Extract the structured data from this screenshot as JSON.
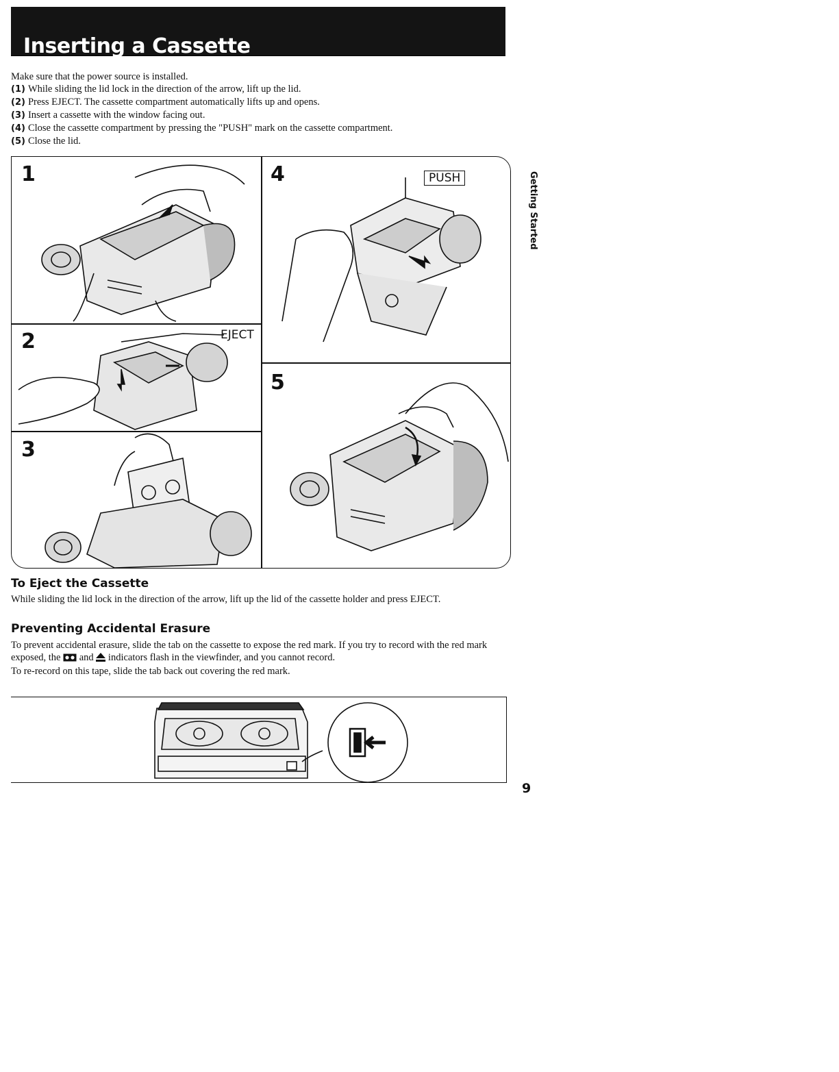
{
  "header": {
    "title": "Inserting a Cassette"
  },
  "intro": {
    "lead": "Make sure that the power source is installed.",
    "steps": [
      {
        "num": "(1)",
        "text": "While sliding the lid lock in the direction of the arrow, lift up the lid."
      },
      {
        "num": "(2)",
        "text": "Press EJECT. The cassette compartment automatically lifts up and opens."
      },
      {
        "num": "(3)",
        "text": "Insert a cassette with the window facing out."
      },
      {
        "num": "(4)",
        "text": "Close the cassette compartment by pressing the \"PUSH\" mark on the cassette compartment."
      },
      {
        "num": "(5)",
        "text": "Close the lid."
      }
    ]
  },
  "illustration": {
    "panels": [
      "1",
      "2",
      "3",
      "4",
      "5"
    ],
    "eject_label": "EJECT",
    "push_label": "PUSH"
  },
  "eject_section": {
    "heading": "To Eject the Cassette",
    "body": "While sliding the lid lock in the direction of the arrow, lift up the lid of the cassette holder and press EJECT."
  },
  "erasure_section": {
    "heading": "Preventing Accidental Erasure",
    "body_1a": "To prevent accidental erasure, slide the tab on the cassette to expose the red mark. If you try to record with the red mark exposed, the",
    "body_1b": "and",
    "body_1c": "indicators flash in the viewfinder, and you cannot record.",
    "body_2": "To re-record on this tape, slide the tab back out covering the red mark."
  },
  "side_tab": {
    "label": "Getting Started"
  },
  "footer": {
    "page_number": "9"
  }
}
